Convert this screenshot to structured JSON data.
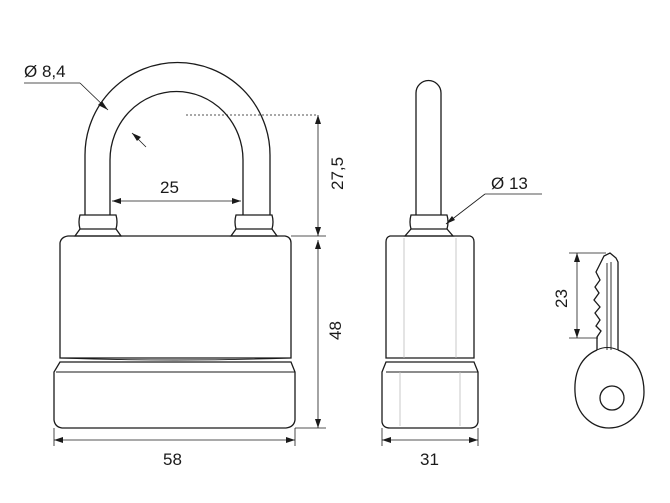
{
  "labels": {
    "shackle_wire_diameter": "Ø 8,4",
    "shackle_inner_width": "25",
    "shackle_clearance_height": "27,5",
    "body_height": "48",
    "body_width": "58",
    "side_diameter": "Ø 13",
    "side_depth": "31",
    "key_blade_length": "23"
  }
}
